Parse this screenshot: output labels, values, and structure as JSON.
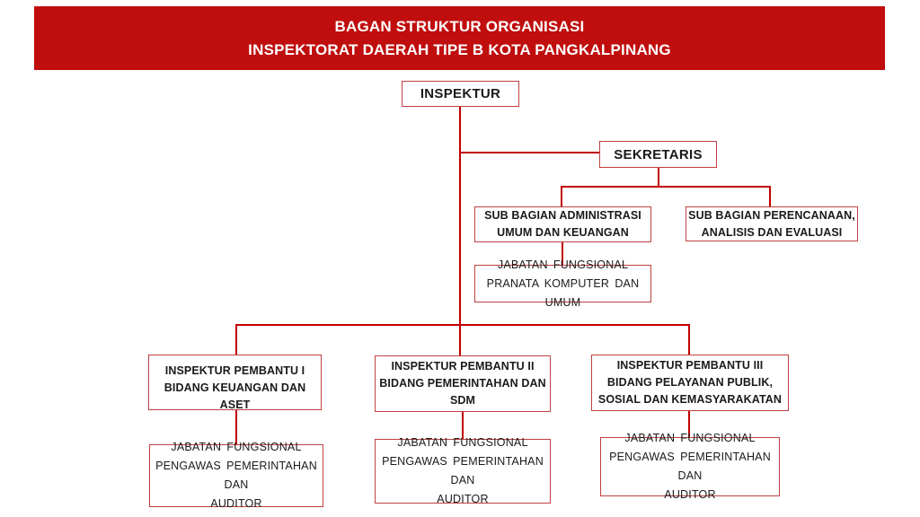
{
  "title": {
    "line1": "BAGAN STRUKTUR ORGANISASI",
    "line2": "INSPEKTORAT DAERAH TIPE B KOTA PANGKALPINANG"
  },
  "colors": {
    "banner_red": "#C00D0D",
    "line_red": "#C00000",
    "border_red": "#C04040",
    "text_black": "#1A1A1A",
    "text_white": "#FFFFFF"
  },
  "nodes": {
    "inspektur": {
      "lines": [
        "INSPEKTUR"
      ]
    },
    "sekretaris": {
      "lines": [
        "SEKRETARIS"
      ]
    },
    "sub_bagian_administrasi": {
      "lines": [
        "SUB BAGIAN ADMINISTRASI",
        "UMUM DAN KEUANGAN"
      ]
    },
    "sub_bagian_perencanaan": {
      "lines": [
        "SUB BAGIAN PERENCANAAN,",
        "ANALISIS DAN EVALUASI"
      ]
    },
    "jabatan_fungsional_pranata": {
      "lines": [
        "JABATAN FUNGSIONAL",
        "PRANATA KOMPUTER DAN UMUM"
      ]
    },
    "inspektur_pembantu_1": {
      "lines": [
        "INSPEKTUR PEMBANTU I",
        "BIDANG KEUANGAN DAN ASET"
      ]
    },
    "inspektur_pembantu_2": {
      "lines": [
        "INSPEKTUR PEMBANTU II",
        "BIDANG PEMERINTAHAN DAN",
        "SDM"
      ]
    },
    "inspektur_pembantu_3": {
      "lines": [
        "INSPEKTUR PEMBANTU III",
        "BIDANG PELAYANAN PUBLIK,",
        "SOSIAL DAN KEMASYARAKATAN"
      ]
    },
    "jabatan_fungsional_pengawas": {
      "lines": [
        "JABATAN FUNGSIONAL",
        "PENGAWAS PEMERINTAHAN DAN",
        "AUDITOR"
      ]
    }
  },
  "edges": [
    {
      "from": "inspektur",
      "to": "sekretaris"
    },
    {
      "from": "sekretaris",
      "to": "sub_bagian_administrasi"
    },
    {
      "from": "sekretaris",
      "to": "sub_bagian_perencanaan"
    },
    {
      "from": "sub_bagian_administrasi",
      "to": "jabatan_fungsional_pranata"
    },
    {
      "from": "inspektur",
      "to": "inspektur_pembantu_1"
    },
    {
      "from": "inspektur",
      "to": "inspektur_pembantu_2"
    },
    {
      "from": "inspektur",
      "to": "inspektur_pembantu_3"
    },
    {
      "from": "inspektur_pembantu_1",
      "to": "jabatan_fungsional_pengawas"
    },
    {
      "from": "inspektur_pembantu_2",
      "to": "jabatan_fungsional_pengawas"
    },
    {
      "from": "inspektur_pembantu_3",
      "to": "jabatan_fungsional_pengawas"
    }
  ]
}
